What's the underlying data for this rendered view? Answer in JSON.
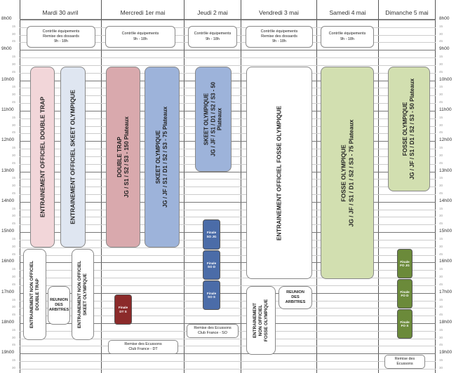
{
  "days": [
    {
      "label": "Mardi 30 avril"
    },
    {
      "label": "Mercredi 1er mai"
    },
    {
      "label": "Jeudi 2 mai"
    },
    {
      "label": "Vendredi 3 mai"
    },
    {
      "label": "Samedi 4 mai"
    },
    {
      "label": "Dimanche 5 mai"
    }
  ],
  "hours": [
    "8h00",
    "9h00",
    "10h00",
    "11h00",
    "12h00",
    "13h00",
    "14h00",
    "15h00",
    "16h00",
    "17h00",
    "18h00",
    "19h00"
  ],
  "quarters": [
    "15",
    "30",
    "45"
  ],
  "colors": {
    "pink": "#f2d6d9",
    "lightblue": "#dfe6f1",
    "rose": "#d9a9ad",
    "blue": "#9db3da",
    "green": "#d2dfb0",
    "darkgreen": "#6b8a3a",
    "maroon": "#8b2a2a",
    "navy": "#4b6ca8"
  },
  "events": {
    "ctrl_mar": {
      "line1": "Contrôle équipements",
      "line2": "Remise des dossards",
      "line3": "9h - 18h"
    },
    "ctrl_mer": {
      "line1": "Contrôle équipements",
      "line2": "9h - 18h"
    },
    "ctrl_jeu": {
      "line1": "Contrôle équipements",
      "line2": "9h - 18h"
    },
    "ctrl_ven": {
      "line1": "Contrôle équipements",
      "line2": "Remise des dossards",
      "line3": "9h - 18h"
    },
    "ctrl_sam": {
      "line1": "Contrôle équipements",
      "line2": "9h - 18h"
    },
    "ent_dt": {
      "line1": "ENTRAINEMENT OFFICIEL DOUBLE TRAP"
    },
    "ent_sk": {
      "line1": "ENTRAINEMENT OFFICIEL SKEET OLYMPIQUE"
    },
    "dt": {
      "line1": "DOUBLE TRAP",
      "line2": "JG / S1 / S2 / S3 - 150 Plateaux"
    },
    "sk_mer": {
      "line1": "SKEET OLYMPIQUE",
      "line2": "JG / JF / S1 / D1 / S2 / S3 - 75 Plateaux"
    },
    "sk_jeu": {
      "line1": "SKEET OLYMPIQUE",
      "line2": "JG / JF / S1 / D1 / S2 / S3 - 50",
      "line3": "Plateaux"
    },
    "ent_fo": {
      "line1": "ENTRAINEMENT OFFICIEL FOSSE OLYMPIQUE"
    },
    "fo_sam": {
      "line1": "FOSSE OLYMPIQUE",
      "line2": "JG / JF / S1 / D1 / S2 / S3 - 75 Plateaux"
    },
    "fo_dim": {
      "line1": "FOSSE OLYMPIQUE",
      "line2": "JG / JF / S1 / D1 / S2 / S3 - 50 Plateaux"
    },
    "nonoff_dt": {
      "line1": "ENTRAINEMENT NON OFFICIEL",
      "line2": "DOUBLE TRAP"
    },
    "nonoff_sk": {
      "line1": "ENTRAINEMENT NON OFFICIEL",
      "line2": "SKEET OLYMPIQUE"
    },
    "nonoff_fo": {
      "line1": "ENTRAINEMENT",
      "line2": "NON OFFICIEL",
      "line3": "FOSSE OLYMPIQUE"
    },
    "reunion_mar": {
      "line1": "REUNION",
      "line2": "DES",
      "line3": "ARBITRES"
    },
    "reunion_ven": {
      "line1": "REUNION",
      "line2": "DES",
      "line3": "ARBITRES"
    },
    "finale_dts": {
      "line1": "Finale",
      "line2": "DT S"
    },
    "finale_sojg": {
      "line1": "Finale",
      "line2": "SO JG"
    },
    "finale_sod": {
      "line1": "Finale",
      "line2": "SO D"
    },
    "finale_sos": {
      "line1": "Finale",
      "line2": "SO S"
    },
    "finale_fojg": {
      "line1": "Finale",
      "line2": "FO JG"
    },
    "finale_fod": {
      "line1": "Finale",
      "line2": "FO D"
    },
    "finale_fos": {
      "line1": "Finale",
      "line2": "FO S"
    },
    "ecussons_mer": {
      "line1": "Remise des Ecussons",
      "line2": "Club France - DT"
    },
    "ecussons_jeu": {
      "line1": "Remise des Ecussons",
      "line2": "Club France - SO"
    },
    "ecussons_dim": {
      "line1": "Remise des",
      "line2": "Ecussons"
    }
  }
}
